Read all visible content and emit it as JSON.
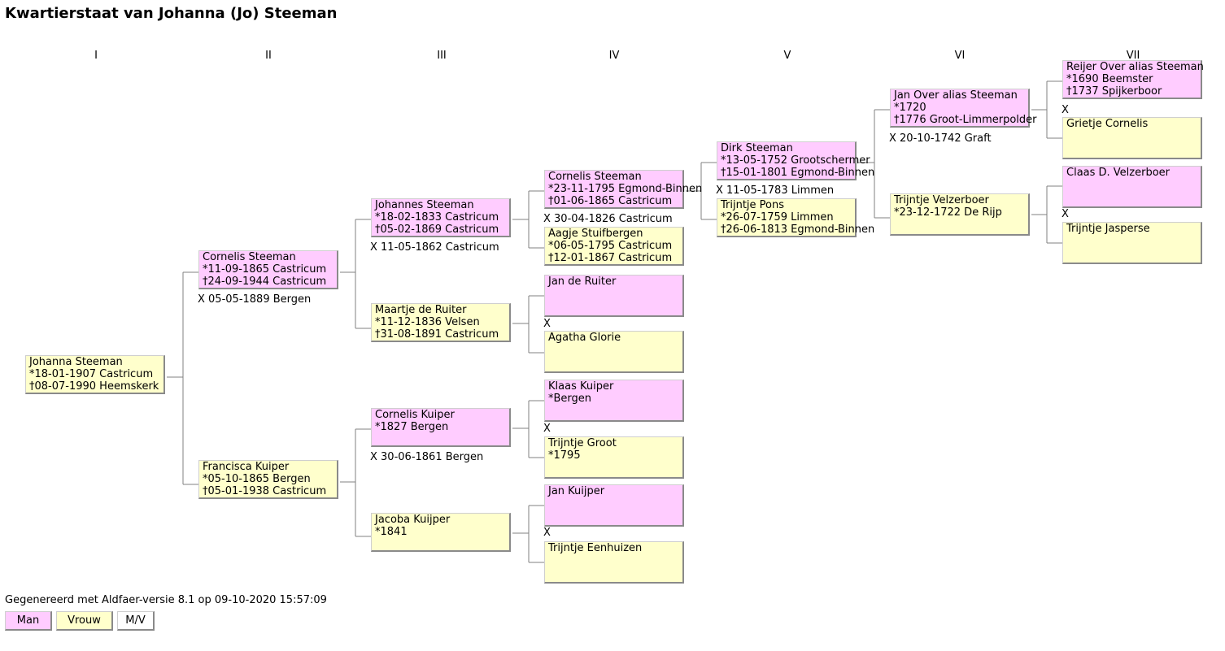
{
  "title": "Kwartierstaat van Johanna (Jo) Steeman",
  "generations": [
    "I",
    "II",
    "III",
    "IV",
    "V",
    "VI",
    "VII"
  ],
  "persons": {
    "p1": {
      "name": "Johanna Steeman",
      "l2": "*18-01-1907 Castricum",
      "l3": "†08-07-1990 Heemskerk"
    },
    "p2": {
      "name": "Cornelis Steeman",
      "l2": "*11-09-1865 Castricum",
      "l3": "†24-09-1944 Castricum"
    },
    "p3": {
      "name": "Francisca Kuiper",
      "l2": "*05-10-1865 Bergen",
      "l3": "†05-01-1938 Castricum"
    },
    "p4": {
      "name": "Johannes Steeman",
      "l2": "*18-02-1833 Castricum",
      "l3": "†05-02-1869 Castricum"
    },
    "p5": {
      "name": "Maartje de Ruiter",
      "l2": "*11-12-1836 Velsen",
      "l3": "†31-08-1891 Castricum"
    },
    "p6": {
      "name": "Cornelis Kuiper",
      "l2": "*1827 Bergen",
      "l3": ""
    },
    "p7": {
      "name": "Jacoba Kuijper",
      "l2": "*1841",
      "l3": ""
    },
    "p8": {
      "name": "Cornelis Steeman",
      "l2": "*23-11-1795 Egmond-Binnen",
      "l3": "†01-06-1865 Castricum"
    },
    "p9": {
      "name": "Aagje Stuifbergen",
      "l2": "*06-05-1795 Castricum",
      "l3": "†12-01-1867 Castricum"
    },
    "p10": {
      "name": "Jan de Ruiter",
      "l2": "",
      "l3": ""
    },
    "p11": {
      "name": "Agatha Glorie",
      "l2": "",
      "l3": ""
    },
    "p12": {
      "name": "Klaas Kuiper",
      "l2": "*Bergen",
      "l3": ""
    },
    "p13": {
      "name": "Trijntje Groot",
      "l2": "*1795",
      "l3": ""
    },
    "p14": {
      "name": "Jan Kuijper",
      "l2": "",
      "l3": ""
    },
    "p15": {
      "name": "Trijntje Eenhuizen",
      "l2": "",
      "l3": ""
    },
    "p16": {
      "name": "Dirk Steeman",
      "l2": "*13-05-1752 Grootschermer",
      "l3": "†15-01-1801 Egmond-Binnen"
    },
    "p17": {
      "name": "Trijntje Pons",
      "l2": "*26-07-1759 Limmen",
      "l3": "†26-06-1813 Egmond-Binnen"
    },
    "p32": {
      "name": "Jan Over alias Steeman",
      "l2": "*1720",
      "l3": "†1776 Groot-Limmerpolder"
    },
    "p33": {
      "name": "Trijntje Velzerboer",
      "l2": "*23-12-1722 De Rijp",
      "l3": ""
    },
    "p64": {
      "name": "Reijer Over alias Steeman",
      "l2": "*1690 Beemster",
      "l3": "†1737 Spijkerboor"
    },
    "p65": {
      "name": "Grietje Cornelis",
      "l2": "",
      "l3": ""
    },
    "p66": {
      "name": "Claas D. Velzerboer",
      "l2": "",
      "l3": ""
    },
    "p67": {
      "name": "Trijntje Jasperse",
      "l2": "",
      "l3": ""
    }
  },
  "marriages": {
    "m2": "X 05-05-1889 Bergen",
    "m4": "X 11-05-1862 Castricum",
    "m6": "X 30-06-1861 Bergen",
    "m8": "X 30-04-1826 Castricum",
    "m10": "X",
    "m12": "X",
    "m14": "X",
    "m16": "X 11-05-1783 Limmen",
    "m32": "X 20-10-1742 Graft",
    "m64": "X",
    "m66": "X"
  },
  "footer": "Gegenereerd met Aldfaer-versie 8.1 op 09-10-2020 15:57:09",
  "legend": {
    "man": "Man",
    "vrouw": "Vrouw",
    "mv": "M/V"
  },
  "colors": {
    "male": "#ffccff",
    "female": "#ffffcc",
    "unknown": "#ffffff",
    "line": "#808080"
  }
}
